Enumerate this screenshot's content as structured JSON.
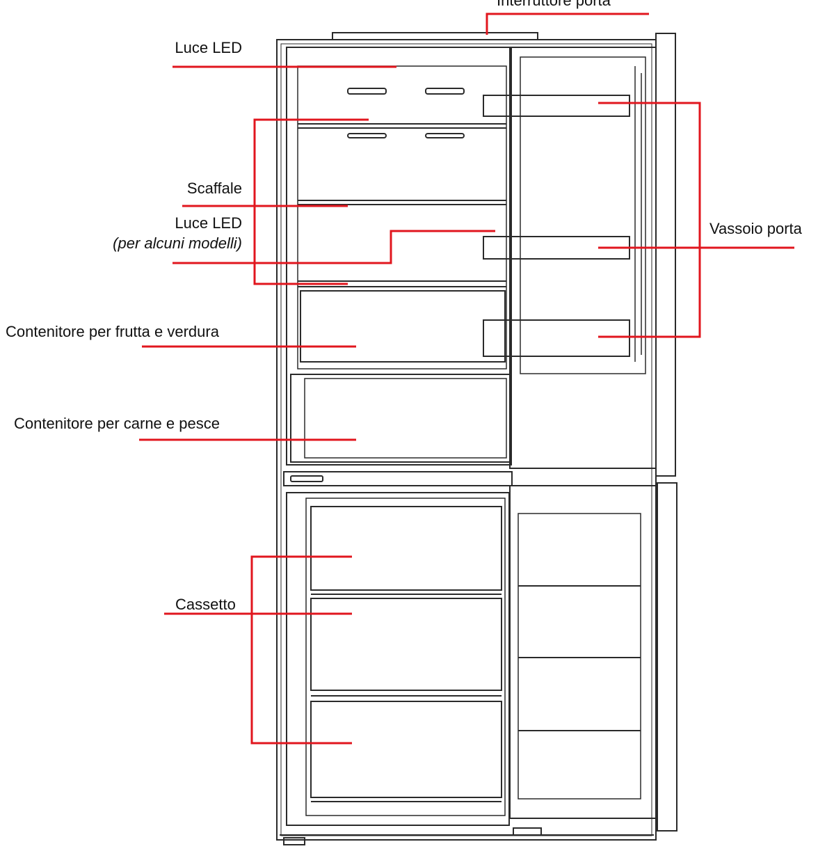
{
  "labels": {
    "door_switch": "Interruttore porta",
    "led_top": "Luce LED",
    "shelf": "Scaffale",
    "led_mid": "Luce LED",
    "led_mid_note": "(per alcuni modelli)",
    "crisper": "Contenitore per frutta e verdura",
    "meat_box": "Contenitore per carne e pesce",
    "drawer": "Cassetto",
    "door_tray": "Vassoio porta"
  },
  "colors": {
    "leader_line": "#e1161e",
    "outline": "#2a2a2a",
    "label_text": "#111111",
    "background": "#ffffff"
  }
}
